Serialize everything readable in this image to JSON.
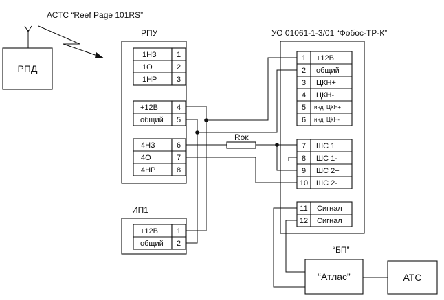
{
  "title": "АСТС “Reef Page 101RS”",
  "rpd": {
    "label": "РПД"
  },
  "rpu": {
    "title": "РПУ",
    "group1": [
      {
        "label": "1НЗ",
        "num": "1"
      },
      {
        "label": "1О",
        "num": "2"
      },
      {
        "label": "1НР",
        "num": "3"
      }
    ],
    "group2": [
      {
        "label": "+12В",
        "num": "4"
      },
      {
        "label": "общий",
        "num": "5"
      }
    ],
    "group3": [
      {
        "label": "4НЗ",
        "num": "6"
      },
      {
        "label": "4О",
        "num": "7"
      },
      {
        "label": "4НР",
        "num": "8"
      }
    ]
  },
  "ip1": {
    "title": "ИП1",
    "rows": [
      {
        "label": "+12В",
        "num": "1"
      },
      {
        "label": "общий",
        "num": "2"
      }
    ]
  },
  "resistor": {
    "label": "Rок"
  },
  "uo": {
    "title": "УО 01061-1-3/01 “Фобос-ТР-К”",
    "group1": [
      {
        "num": "1",
        "label": "+12В"
      },
      {
        "num": "2",
        "label": "общий"
      },
      {
        "num": "3",
        "label": "ЦКН+"
      },
      {
        "num": "4",
        "label": "ЦКН-"
      },
      {
        "num": "5",
        "label": "инд. ЦКН+"
      },
      {
        "num": "6",
        "label": "инд. ЦКН-"
      }
    ],
    "group2": [
      {
        "num": "7",
        "label": "ШС 1+"
      },
      {
        "num": "8",
        "label": "ШС 1-"
      },
      {
        "num": "9",
        "label": "ШС 2+"
      },
      {
        "num": "10",
        "label": "ШС 2-"
      }
    ],
    "group3": [
      {
        "num": "11",
        "label": "Сигнал"
      },
      {
        "num": "12",
        "label": "Сигнал"
      }
    ]
  },
  "bp": {
    "caption": "“БП”",
    "label": "“Атлас”"
  },
  "ats": {
    "label": "АТС"
  }
}
